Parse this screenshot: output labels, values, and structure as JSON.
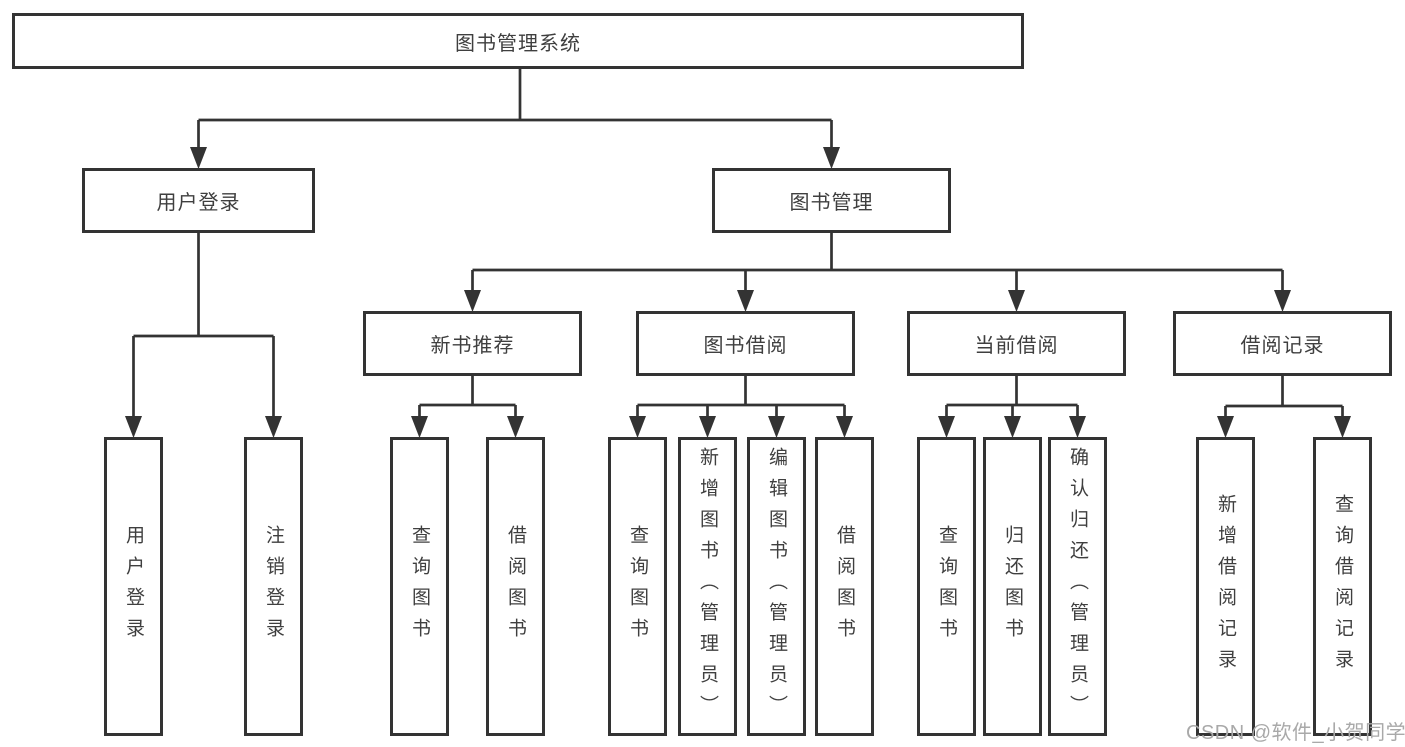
{
  "colors": {
    "line": "#333333",
    "text": "#3f3f3f",
    "watermark": "#a9a9a9",
    "background": "#ffffff"
  },
  "watermark": {
    "text": "CSDN @软件_小贺同学"
  },
  "diagram": {
    "type": "hierarchy-chart",
    "root": {
      "label": "图书管理系统"
    },
    "branches": [
      {
        "label": "用户登录",
        "children": [
          {
            "label": "用户登录"
          },
          {
            "label": "注销登录"
          }
        ]
      },
      {
        "label": "图书管理",
        "children": [
          {
            "label": "新书推荐",
            "children": [
              {
                "label": "查询图书"
              },
              {
                "label": "借阅图书"
              }
            ]
          },
          {
            "label": "图书借阅",
            "children": [
              {
                "label": "查询图书"
              },
              {
                "label": "新增图书（管理员）"
              },
              {
                "label": "编辑图书（管理员）"
              },
              {
                "label": "借阅图书"
              }
            ]
          },
          {
            "label": "当前借阅",
            "children": [
              {
                "label": "查询图书"
              },
              {
                "label": "归还图书"
              },
              {
                "label": "确认归还（管理员）"
              }
            ]
          },
          {
            "label": "借阅记录",
            "children": [
              {
                "label": "新增借阅记录"
              },
              {
                "label": "查询借阅记录"
              }
            ]
          }
        ]
      }
    ]
  }
}
